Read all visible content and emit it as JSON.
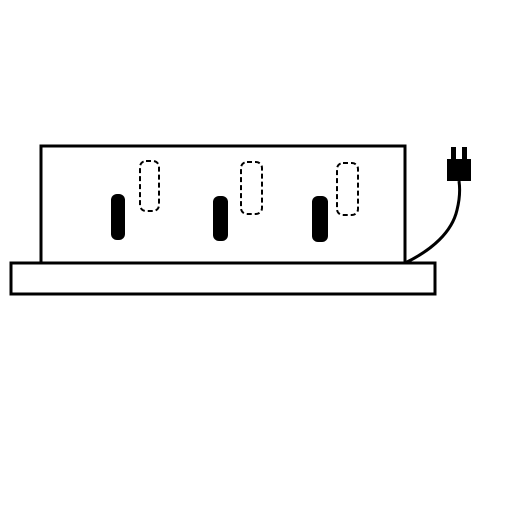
{
  "diagram": {
    "colors": {
      "background": "#ffffff",
      "ink": "#000000"
    },
    "counts": {
      "slots": 3
    },
    "parts": {
      "base": "base-plate",
      "housing": "device-housing",
      "slot_solid": "solid-slot",
      "slot_dashed": "dashed-slot",
      "cord": "power-cord",
      "plug": "power-plug-icon"
    }
  }
}
